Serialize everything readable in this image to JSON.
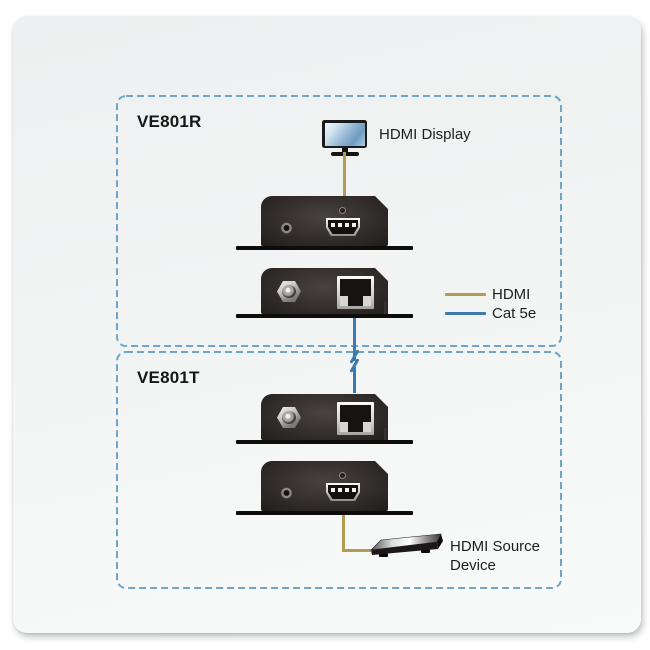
{
  "sections": [
    {
      "id": "ve801r",
      "label": "VE801R"
    },
    {
      "id": "ve801t",
      "label": "VE801T"
    }
  ],
  "labels": {
    "hdmi_display": "HDMI Display",
    "hdmi_source_line1": "HDMI Source",
    "hdmi_source_line2": "Device"
  },
  "legend": {
    "items": [
      {
        "label": "HDMI",
        "color": "#b39c52"
      },
      {
        "label": "Cat 5e",
        "color": "#3c79ae"
      }
    ]
  },
  "connections": [
    {
      "from": "HDMI Display",
      "to": "VE801R",
      "cable": "HDMI"
    },
    {
      "from": "VE801R",
      "to": "VE801T",
      "cable": "Cat 5e"
    },
    {
      "from": "VE801T",
      "to": "HDMI Source Device",
      "cable": "HDMI"
    }
  ],
  "colors": {
    "dashed_border": "#6fa5c6",
    "hdmi_line": "#b39c52",
    "cat5e_line": "#3c79ae"
  }
}
